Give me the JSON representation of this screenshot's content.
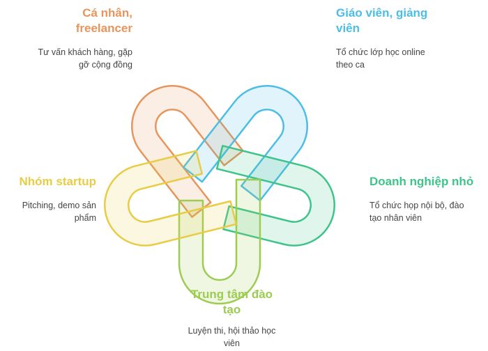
{
  "colors": {
    "orange": "#e8955c",
    "blue": "#4cbde6",
    "green": "#3ec48a",
    "lime": "#9ccc52",
    "yellow": "#e8cc45"
  },
  "segments": [
    {
      "id": "ca-nhan",
      "title": "Cá nhân,\nfreelancer",
      "description": "Tư vấn khách hàng, gặp\ngỡ cộng đồng",
      "color": "#e8955c"
    },
    {
      "id": "giao-vien",
      "title": "Giáo viên, giảng\nviên",
      "description": "Tổ chức lớp học online\ntheo ca",
      "color": "#4cbde6"
    },
    {
      "id": "doanh-nghiep",
      "title": "Doanh nghiệp nhỏ",
      "description": "Tổ chức họp nội bộ, đào\ntạo nhân viên",
      "color": "#3ec48a"
    },
    {
      "id": "trung-tam",
      "title": "Trung tâm đào\ntạo",
      "description": "Luyện thi, hội thảo học\nviên",
      "color": "#9ccc52"
    },
    {
      "id": "startup",
      "title": "Nhóm startup",
      "description": "Pitching, demo sản\nphẩm",
      "color": "#e8cc45"
    }
  ]
}
